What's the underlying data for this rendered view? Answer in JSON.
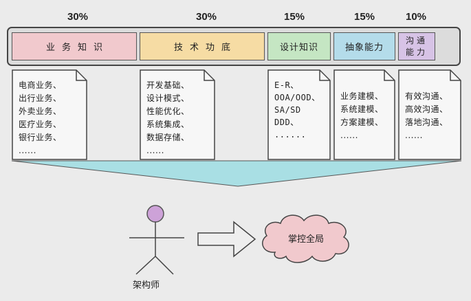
{
  "percentages": [
    "30%",
    "30%",
    "15%",
    "15%",
    "10%"
  ],
  "categories": [
    {
      "label": "业务知识",
      "color": "#f1c9cd"
    },
    {
      "label": "技术功底",
      "color": "#f6dca4"
    },
    {
      "label": "设计知识",
      "color": "#c5e6c3"
    },
    {
      "label": "抽象能力",
      "color": "#b4dcea"
    },
    {
      "label": "沟通能力",
      "color": "#d7c3e6"
    }
  ],
  "documents": [
    {
      "lines": [
        "电商业务、",
        "出行业务、",
        "外卖业务、",
        "医疗业务、",
        "银行业务、",
        "......"
      ]
    },
    {
      "lines": [
        "开发基础、",
        "设计模式、",
        "性能优化、",
        "系统集成、",
        "数据存储、",
        "......"
      ]
    },
    {
      "lines": [
        "E-R、",
        "OOA/OOD、",
        "SA/SD",
        "DDD、",
        "......"
      ]
    },
    {
      "lines": [
        "业务建模、",
        "系统建模、",
        "方案建模、",
        "......"
      ]
    },
    {
      "lines": [
        "有效沟通、",
        "高效沟通、",
        "落地沟通、",
        "......"
      ]
    }
  ],
  "architect_label": "架构师",
  "goal_label": "掌控全局",
  "colors": {
    "funnel": "#a9dfe4",
    "person_head": "#cda2d8",
    "cloud": "#f1c9cd"
  }
}
